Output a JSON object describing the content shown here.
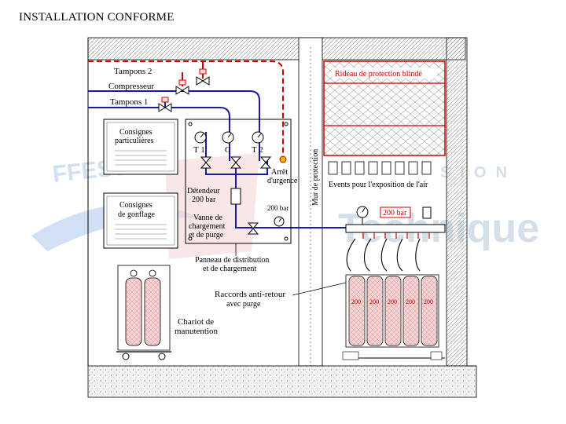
{
  "page": {
    "title": "INSTALLATION CONFORME"
  },
  "watermark": {
    "left": "FFESSM",
    "mid": "SION",
    "right": "Technique"
  },
  "lines": {
    "tampons2": "Tampons 2",
    "compresseur": "Compresseur",
    "tampons1": "Tampons 1"
  },
  "boards": {
    "consignes_particulieres_1": "Consignes",
    "consignes_particulieres_2": "particulières",
    "consignes_gonflage_1": "Consignes",
    "consignes_gonflage_2": "de gonflage"
  },
  "panel": {
    "gauge_t1": "T 1",
    "gauge_c": "C",
    "gauge_t2": "T 2",
    "arret_1": "Arrêt",
    "arret_2": "d'urgence",
    "detendeur_1": "Détendeur",
    "detendeur_2": "200 bar",
    "gauge_200": "200 bar",
    "vanne_1": "Vanne de",
    "vanne_2": "chargement",
    "vanne_3": "et de purge",
    "panneau_1": "Panneau de distribution",
    "panneau_2": "et de chargement"
  },
  "wall": {
    "label": "Mur de protection"
  },
  "room": {
    "rideau": "Rideau de protection blindé",
    "events": "Events pour l'exposition de l'air",
    "manifold_gauge": "200 bar",
    "bottle_label": "200"
  },
  "raccords": {
    "line1": "Raccords anti-retour",
    "line2": "avec purge"
  },
  "chariot": {
    "line1": "Chariot de",
    "line2": "manutention"
  },
  "colors": {
    "blue": "#1a1aa8",
    "red": "#cc0000",
    "ground": "#e0e0e0",
    "bottle": "#f2c8c8"
  }
}
